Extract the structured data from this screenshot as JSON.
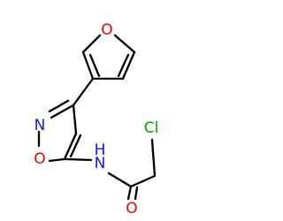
{
  "atoms": {
    "furan_o": {
      "text": "O",
      "color": "#e60000"
    },
    "isoxazole_o": {
      "text": "O",
      "color": "#e60000"
    },
    "isoxazole_n": {
      "text": "N",
      "color": "#1414e6"
    },
    "amide_n": {
      "text": "N",
      "color": "#1414e6"
    },
    "amide_h": {
      "text": "H",
      "color": "#1414e6"
    },
    "carbonyl_o": {
      "text": "O",
      "color": "#e60000"
    },
    "chlorine": {
      "text": "Cl",
      "color": "#00a000"
    }
  }
}
